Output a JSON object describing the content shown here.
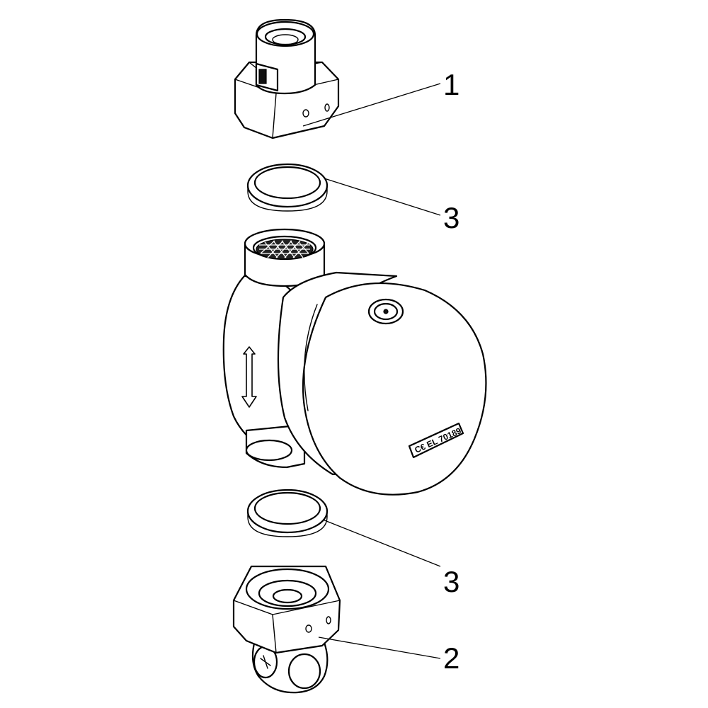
{
  "callouts": [
    {
      "label": "1"
    },
    {
      "label": "3"
    },
    {
      "label": "3"
    },
    {
      "label": "2"
    }
  ],
  "marking": {
    "ce_text": "C€ EL 70189"
  }
}
